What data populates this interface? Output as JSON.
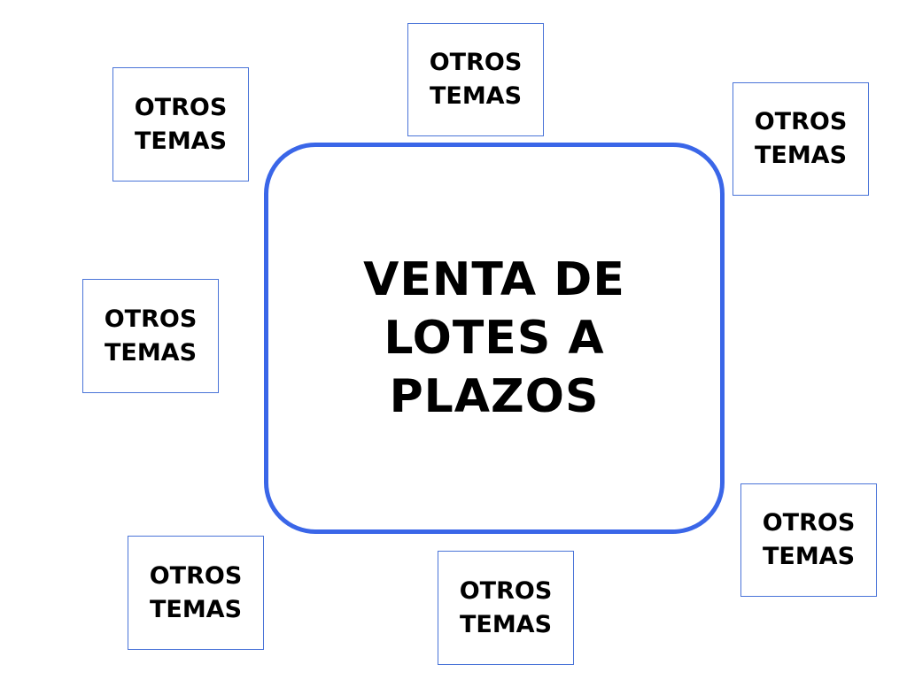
{
  "center": {
    "title": "VENTA DE\nLOTES A\nPLAZOS"
  },
  "topics": [
    {
      "label": "OTROS\nTEMAS"
    },
    {
      "label": "OTROS\nTEMAS"
    },
    {
      "label": "OTROS\nTEMAS"
    },
    {
      "label": "OTROS\nTEMAS"
    },
    {
      "label": "OTROS\nTEMAS"
    },
    {
      "label": "OTROS\nTEMAS"
    },
    {
      "label": "OTROS\nTEMAS"
    }
  ],
  "colors": {
    "center_border": "#3a66e8",
    "topic_border": "#4a74d8",
    "text": "#000000",
    "background": "#ffffff"
  }
}
